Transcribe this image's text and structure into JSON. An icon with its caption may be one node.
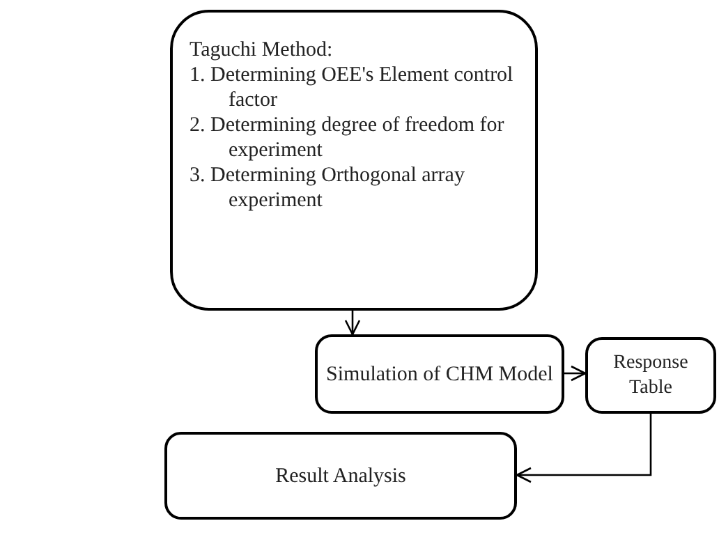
{
  "diagram": {
    "nodes": [
      {
        "text": [
          "Taguchi Method:",
          "1. Determining OEE's Element control factor",
          "2. Determining degree of freedom for experiment",
          "3. Determining Orthogonal array experiment"
        ]
      },
      {
        "text": [
          "Simulation of CHM Model"
        ]
      },
      {
        "text": [
          "Response Table"
        ]
      },
      {
        "text": [
          "Result Analysis"
        ]
      }
    ],
    "edges": [
      {
        "from": 0,
        "to": 1,
        "arrow": "to"
      },
      {
        "from": 1,
        "to": 2,
        "arrow": "to"
      },
      {
        "from": 2,
        "to": 3,
        "arrow": "to"
      }
    ]
  }
}
